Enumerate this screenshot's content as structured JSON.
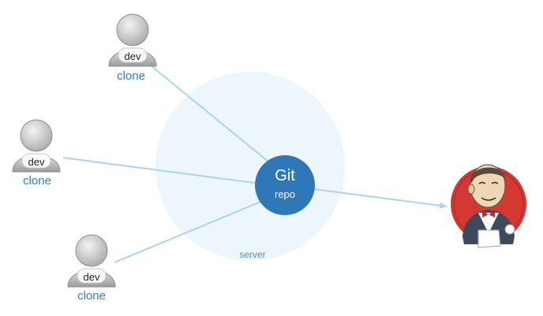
{
  "server": {
    "label": "server"
  },
  "git": {
    "title": "Git",
    "subtitle": "repo"
  },
  "developers": [
    {
      "badge": "dev",
      "caption": "clone"
    },
    {
      "badge": "dev",
      "caption": "clone"
    },
    {
      "badge": "dev",
      "caption": "clone"
    }
  ],
  "ci": {
    "icon": "jenkins-butler-icon"
  },
  "colors": {
    "server_fill": "#eef6fd",
    "git_fill": "#2f78b7",
    "link": "#a9d3f2",
    "caption": "#2f7fc1",
    "jenkins_red": "#d33833"
  }
}
